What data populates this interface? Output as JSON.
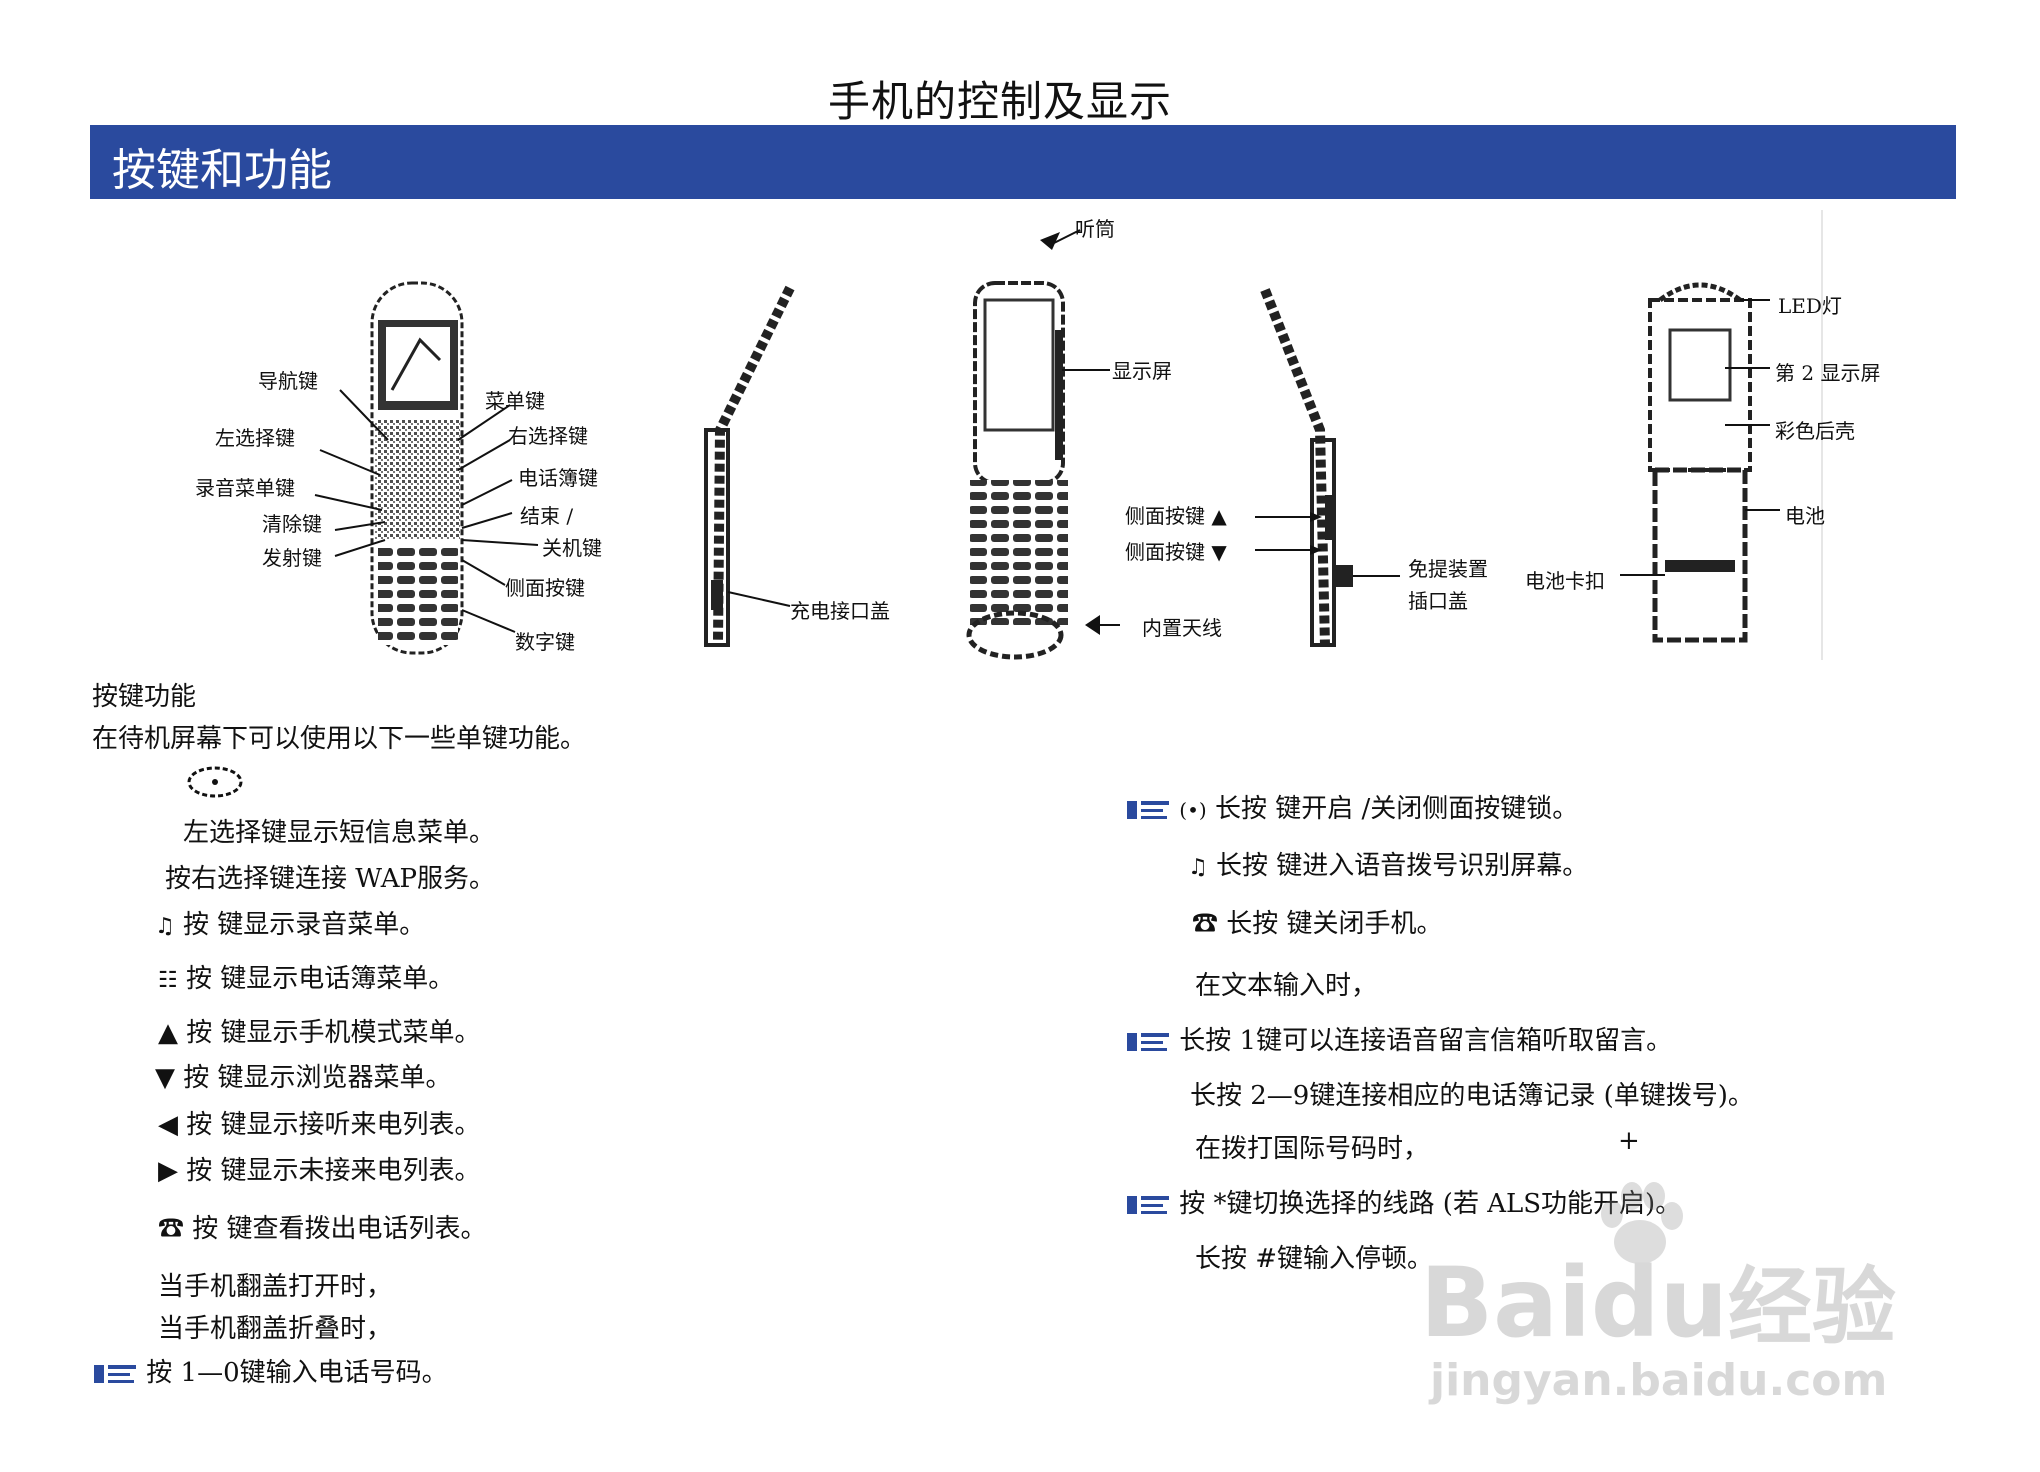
{
  "page_title": "手机的控制及显示",
  "banner_title": "按键和功能",
  "diagram_labels": {
    "front": {
      "nav": "导航键",
      "menu": "菜单键",
      "left_select": "左选择键",
      "right_select": "右选择键",
      "record_menu": "录音菜单键",
      "phonebook": "电话簿键",
      "clear": "清除键",
      "end": "结束 /",
      "send": "发射键",
      "power": "关机键",
      "side": "侧面按键",
      "digits": "数字键"
    },
    "side1": {
      "charge_cover": "充电接口盖"
    },
    "open": {
      "earpiece": "听筒",
      "display": "显示屏",
      "antenna": "内置天线"
    },
    "side2": {
      "side_up": "侧面按键",
      "side_down": "侧面按键",
      "handsfree_1": "免提装置",
      "handsfree_2": "插口盖"
    },
    "back": {
      "led": "LED灯",
      "second_display": "第 2 显示屏",
      "color_shell": "彩色后壳",
      "battery": "电池",
      "battery_latch": "电池卡扣"
    }
  },
  "section_title": "按键功能",
  "intro": "在待机屏幕下可以使用以下一些单键功能。",
  "left_items": [
    "左选择键显示短信息菜单。",
    "按右选择键连接 WAP服务。",
    "按 键显示录音菜单。",
    "按 键显示电话簿菜单。",
    "按 键显示手机模式菜单。",
    "按 键显示浏览器菜单。",
    "按 键显示接听来电列表。",
    "按 键显示未接来电列表。",
    "按 键查看拨出电话列表。",
    "当手机翻盖打开时，",
    "当手机翻盖折叠时，",
    "按 1—0键输入电话号码。"
  ],
  "right_items": [
    "长按 键开启 /关闭侧面按键锁。",
    "长按 键进入语音拨号识别屏幕。",
    "长按 键关闭手机。",
    "在文本输入时，",
    "长按 1键可以连接语音留言信箱听取留言。",
    "长按 2—9键连接相应的电话簿记录 (单键拨号)。",
    "在拨打国际号码时，",
    "按 *键切换选择的线路 (若 ALS功能开启)。",
    "长按 #键输入停顿。"
  ],
  "plus_symbol": "+",
  "watermark": {
    "brand": "Bai",
    "brand2": "du",
    "cn": "经验",
    "url": "jingyan.baidu.com"
  },
  "colors": {
    "banner": "#2a4a9e",
    "tag": "#2a4a9e"
  }
}
